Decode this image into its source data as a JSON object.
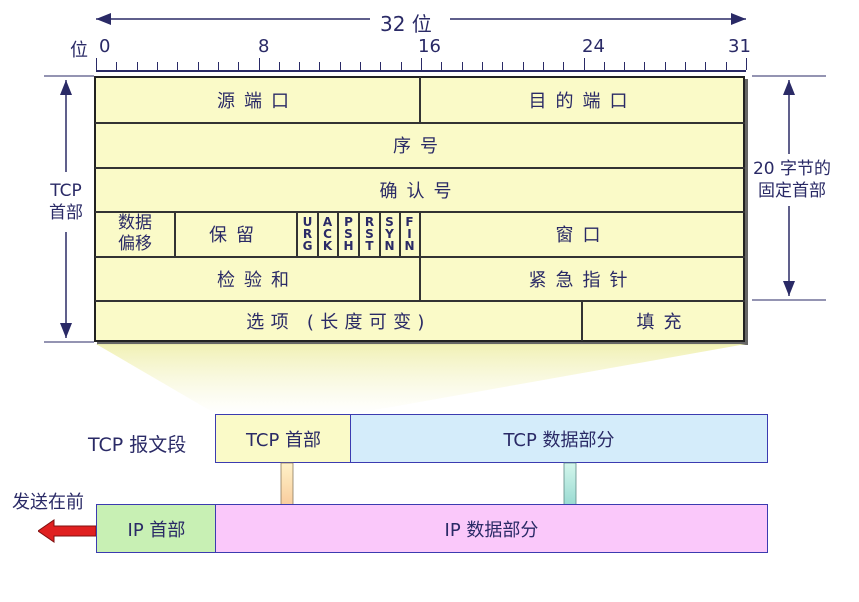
{
  "ruler": {
    "top_label": "32 位",
    "bit_label": "位",
    "ticks": [
      "0",
      "8",
      "16",
      "24",
      "31"
    ]
  },
  "side": {
    "left_label_line1": "TCP",
    "left_label_line2": "首部",
    "right_label_line1": "20 字节的",
    "right_label_line2": "固定首部"
  },
  "header": {
    "source_port": "源端口",
    "dest_port": "目的端口",
    "seq": "序号",
    "ack_num": "确认号",
    "data_offset_line1": "数据",
    "data_offset_line2": "偏移",
    "reserved": "保留",
    "flags": [
      "URG",
      "ACK",
      "PSH",
      "RST",
      "SYN",
      "FIN"
    ],
    "window": "窗口",
    "checksum": "检验和",
    "urgent_ptr": "紧急指针",
    "options": "选项 (长度可变)",
    "padding": "填充"
  },
  "segment": {
    "label": "TCP 报文段",
    "header": "TCP 首部",
    "data": "TCP 数据部分"
  },
  "ip": {
    "send_label": "发送在前",
    "header": "IP 首部",
    "data": "IP 数据部分"
  },
  "colors": {
    "header_fill": "#fafac8",
    "data_fill": "#d4ecfa",
    "ip_header_fill": "#c8f0b4",
    "ip_data_fill": "#fac8fa",
    "arrow_red": "#e02020",
    "text": "#2a2a66"
  }
}
